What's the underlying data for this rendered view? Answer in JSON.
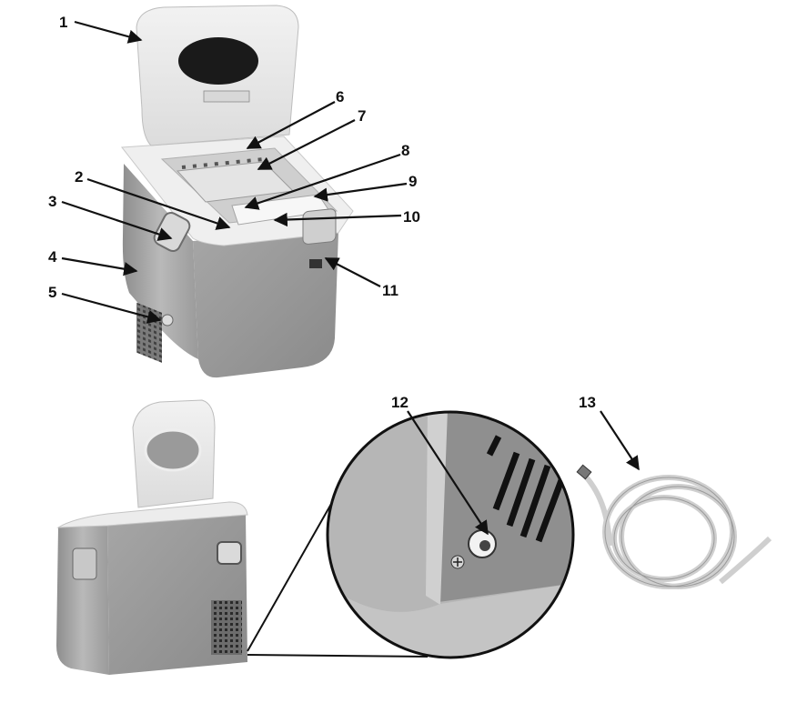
{
  "callouts": [
    {
      "id": "1",
      "label": "1"
    },
    {
      "id": "2",
      "label": "2"
    },
    {
      "id": "3",
      "label": "3"
    },
    {
      "id": "4",
      "label": "4"
    },
    {
      "id": "5",
      "label": "5"
    },
    {
      "id": "6",
      "label": "6"
    },
    {
      "id": "7",
      "label": "7"
    },
    {
      "id": "8",
      "label": "8"
    },
    {
      "id": "9",
      "label": "9"
    },
    {
      "id": "10",
      "label": "10"
    },
    {
      "id": "11",
      "label": "11"
    },
    {
      "id": "12",
      "label": "12"
    },
    {
      "id": "13",
      "label": "13"
    }
  ],
  "colors": {
    "steel": "#a9a9a9",
    "steel_dark": "#7c7c7c",
    "white_plastic": "#ededed",
    "arrow": "#111111"
  }
}
